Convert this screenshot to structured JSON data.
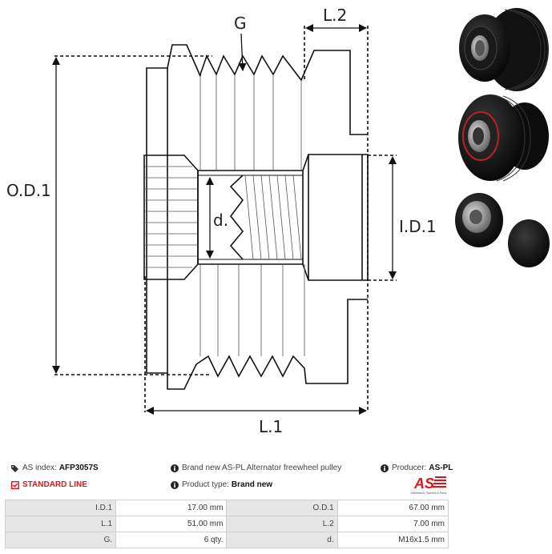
{
  "diagram": {
    "labels": {
      "od1": "O.D.1",
      "id1": "I.D.1",
      "l1": "L.1",
      "l2": "L.2",
      "g": "G",
      "d": "d."
    }
  },
  "photos": [
    {
      "name": "pulley-front-view"
    },
    {
      "name": "pulley-rear-view-bearing"
    },
    {
      "name": "pulley-cap-and-hub"
    }
  ],
  "info": {
    "as_index_label": "AS index:",
    "as_index_value": "AFP3057S",
    "standard_line": "STANDARD LINE",
    "description": "Brand new AS-PL Alternator freewheel pulley",
    "product_type_label": "Product type:",
    "product_type_value": "Brand new",
    "producer_label": "Producer:",
    "producer_value": "AS-PL",
    "logo_text": "AS",
    "logo_tagline": "Alternators, Starters & Parts"
  },
  "colors": {
    "accent_red": "#e1141b",
    "label_bg": "#e6e6e6",
    "border": "#cfcfcf"
  },
  "specs": [
    {
      "l1": "I.D.1",
      "v1": "17.00 mm",
      "l2": "O.D.1",
      "v2": "67.00 mm"
    },
    {
      "l1": "L.1",
      "v1": "51.00 mm",
      "l2": "L.2",
      "v2": "7.00 mm"
    },
    {
      "l1": "G.",
      "v1": "6 qty.",
      "l2": "d.",
      "v2": "M16x1.5 mm"
    }
  ]
}
